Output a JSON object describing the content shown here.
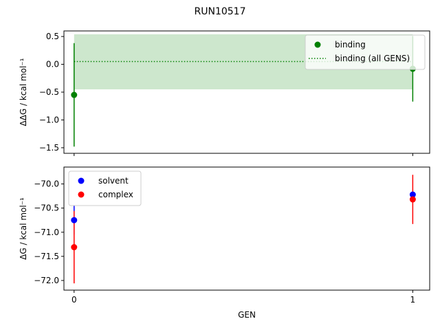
{
  "chart_data": [
    {
      "type": "scatter",
      "title": "RUN10517",
      "ylabel": "ΔΔG / kcal mol⁻¹",
      "xlim": [
        -0.03,
        1.05
      ],
      "ylim": [
        -1.6,
        0.6
      ],
      "yticks": [
        -1.5,
        -1.0,
        -0.5,
        0.0,
        0.5
      ],
      "ytick_labels": [
        "−1.5",
        "−1.0",
        "−0.5",
        "0.0",
        "0.5"
      ],
      "xticks": [
        0,
        1
      ],
      "xtick_labels": [
        "",
        ""
      ],
      "legend_position": "top-right",
      "series": [
        {
          "name": "binding",
          "color": "#008000",
          "x": [
            0,
            1
          ],
          "y": [
            -0.55,
            -0.08
          ],
          "yerr": [
            0.93,
            0.59
          ]
        },
        {
          "name": "binding (all GENS)",
          "style": "dotted-line",
          "color": "#008000",
          "value": 0.05,
          "band": [
            -0.45,
            0.54
          ],
          "band_color": "#cde7cd",
          "x_range": [
            0,
            1
          ]
        }
      ]
    },
    {
      "type": "scatter",
      "xlabel": "GEN",
      "ylabel": "ΔG / kcal mol⁻¹",
      "xlim": [
        -0.03,
        1.05
      ],
      "ylim": [
        -72.2,
        -69.65
      ],
      "yticks": [
        -72.0,
        -71.5,
        -71.0,
        -70.5,
        -70.0
      ],
      "ytick_labels": [
        "−72.0",
        "−71.5",
        "−71.0",
        "−70.5",
        "−70.0"
      ],
      "xticks": [
        0,
        1
      ],
      "xtick_labels": [
        "0",
        "1"
      ],
      "legend_position": "top-left",
      "series": [
        {
          "name": "solvent",
          "color": "#0000ff",
          "x": [
            0,
            1
          ],
          "y": [
            -70.75,
            -70.22
          ],
          "yerr": [
            0.3,
            0.02
          ]
        },
        {
          "name": "complex",
          "color": "#ff0000",
          "x": [
            0,
            1
          ],
          "y": [
            -71.31,
            -70.32
          ],
          "yerr": [
            0.75,
            0.51
          ]
        }
      ]
    }
  ]
}
